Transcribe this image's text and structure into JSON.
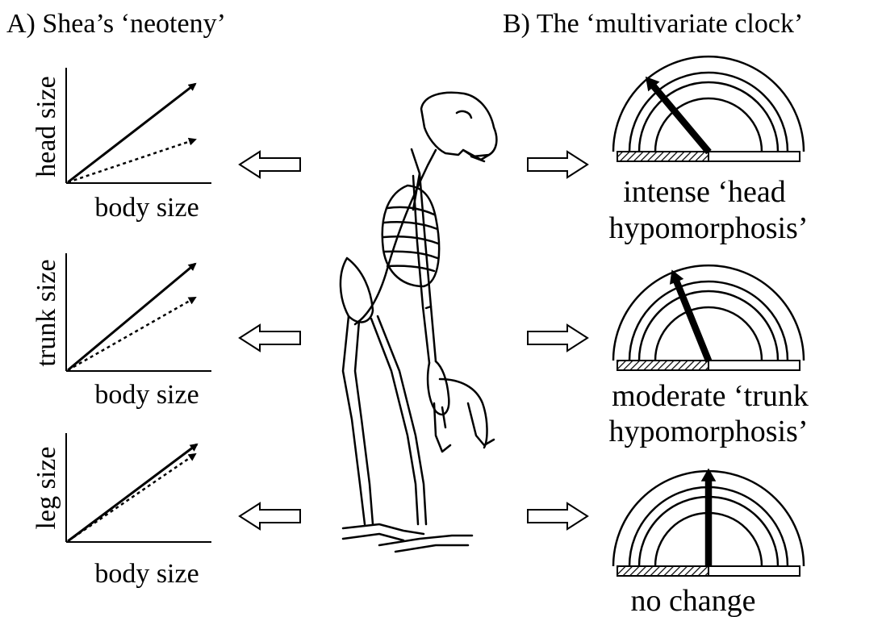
{
  "panel_a": {
    "title": "A) Shea’s ‘neoteny’",
    "plots": [
      {
        "ylabel": "head size",
        "xlabel": "body size"
      },
      {
        "ylabel": "trunk size",
        "xlabel": "body size"
      },
      {
        "ylabel": "leg size",
        "xlabel": "body size"
      }
    ]
  },
  "panel_b": {
    "title": "B) The ‘multivariate clock’",
    "clocks": [
      {
        "label_line1": "intense ‘head",
        "label_line2": "hypomorphosis’",
        "needle_angle_deg": 130
      },
      {
        "label_line1": "moderate ‘trunk",
        "label_line2": "hypomorphosis’",
        "needle_angle_deg": 112
      },
      {
        "label_line1": "no change",
        "label_line2": "",
        "needle_angle_deg": 90
      }
    ]
  },
  "icons": {
    "center": "chimpanzee-skeleton-icon",
    "left_arrows": "hollow-arrow-left-icon",
    "right_arrows": "hollow-arrow-right-icon"
  }
}
